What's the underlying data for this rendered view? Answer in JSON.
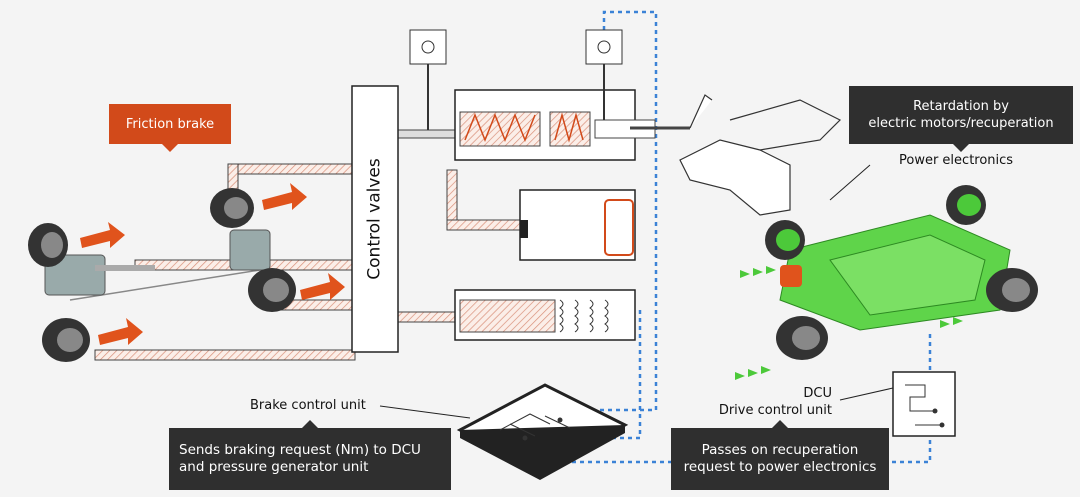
{
  "labels": {
    "friction_brake": "Friction brake",
    "control_valves": "Control valves",
    "retardation": "Retardation by\nelectric motors/recuperation",
    "power_electronics": "Power electronics",
    "brake_control_unit": "Brake control unit",
    "sends_request": "Sends braking request (Nm) to DCU\nand pressure generator unit",
    "dcu": "DCU\nDrive control unit",
    "passes_on": "Passes on recuperation\nrequest to power electronics"
  },
  "colors": {
    "accent_orange": "#d24a1a",
    "label_dark": "#2f2f2f",
    "signal_blue": "#3b82d6",
    "hydraulic_red": "#c8553d",
    "motor_green": "#4cc93a"
  }
}
